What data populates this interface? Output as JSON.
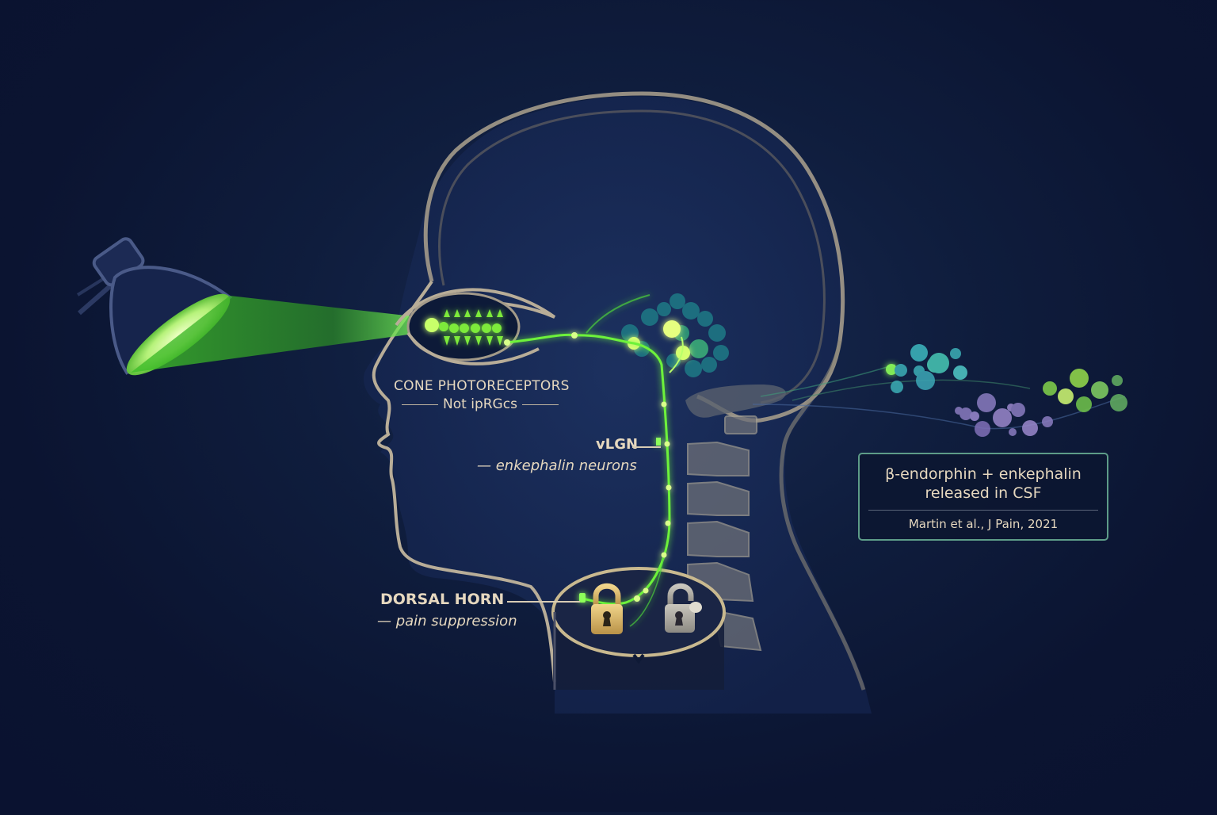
{
  "illustration": {
    "subject": "Green light analgesia pathway",
    "background_color": "#0b1431",
    "accent_green": "#5ee83a",
    "outline_color": "#b8ad98",
    "label_color": "#e6d8bf"
  },
  "labels": {
    "cone": {
      "title": "CONE PHOTORECEPTORS",
      "subtitle": "Not ipRGcs"
    },
    "vlgn": {
      "title": "vLGN",
      "subtitle": "— enkephalin neurons"
    },
    "dorsal_horn": {
      "title": "DORSAL HORN",
      "subtitle": "— pain suppression"
    }
  },
  "info_box": {
    "line1": "β-endorphin + enkephalin",
    "line2": "released in CSF",
    "citation": "Martin et al., J Pain, 2021",
    "border_color": "#5d9c88"
  },
  "icons": {
    "lamp": "desk-lamp-icon",
    "lock_locked": "padlock-closed-icon",
    "lock_unlocked": "padlock-open-icon",
    "molecules": [
      "teal-molecule-cluster",
      "purple-molecule-cluster",
      "green-molecule-cluster"
    ]
  }
}
